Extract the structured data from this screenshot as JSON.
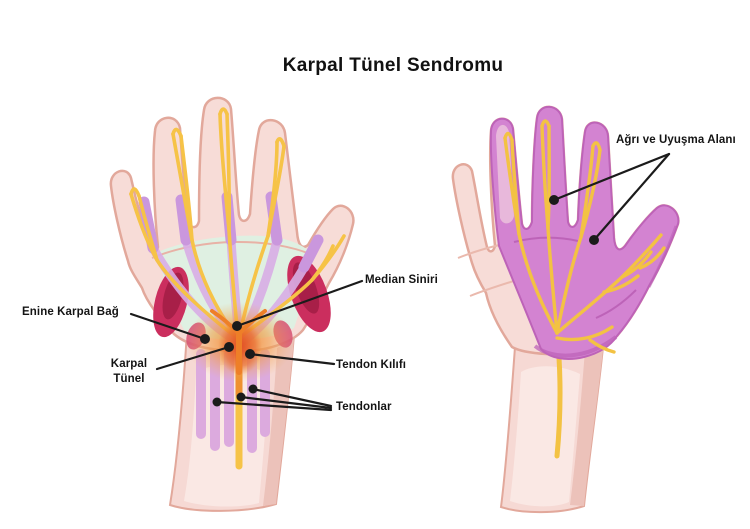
{
  "title": "Karpal Tünel Sendromu",
  "diagram": {
    "left_hand": {
      "description": "anatomical palm view with tendons, median nerve and inflamed carpal tunnel",
      "labels": {
        "enine_karpal_bag": "Enine Karpal Bağ",
        "karpal_tunel": "Karpal Tünel",
        "median_siniri": "Median Siniri",
        "tendon_kilifi": "Tendon Kılıfı",
        "tendonlar": "Tendonlar"
      }
    },
    "right_hand": {
      "description": "palm view showing median nerve pain and numbness distribution",
      "labels": {
        "agri_uyusma_alani": "Ağrı ve Uyuşma Alanı"
      }
    }
  },
  "colors": {
    "background": "#ffffff",
    "skin": "#f7dcd7",
    "skin_outline": "#e2a89b",
    "skin_shadow": "#ecc2ba",
    "skin_highlight": "#fae8e4",
    "palm_green": "#dff0e2",
    "tendon_purple": "#ca97dd",
    "palm_tendon_lavender": "#d9aee6",
    "forearm_stripe": "#dcaade",
    "nerve_yellow": "#f6c347",
    "nerve_orange": "#ee7f28",
    "inflammation_red": "#e5542c",
    "muscle_crimson": "#cb2e5e",
    "muscle_dark": "#a81f48",
    "pain_area_purple": "#d383d1",
    "pain_area_edge": "#bd63b8",
    "callout_black": "#1b1b1b"
  }
}
